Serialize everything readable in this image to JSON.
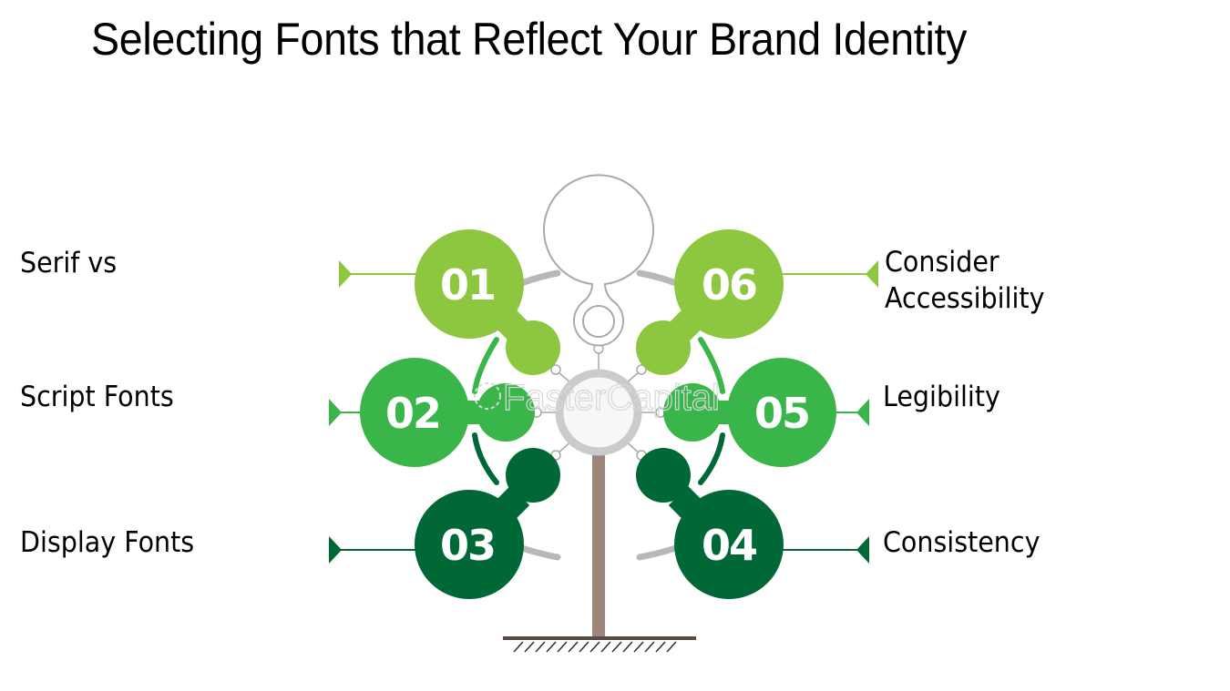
{
  "title": "Selecting Fonts that Reflect Your Brand Identity",
  "colors": {
    "light_green": "#8dc63f",
    "mid_green": "#39b54a",
    "dark_green": "#006837",
    "gray_outline": "#a7a9ac",
    "trunk": "#9e857a",
    "ground": "#5a4a42"
  },
  "items": [
    {
      "number": "01",
      "label": "Serif vs",
      "side": "left",
      "color": "light_green"
    },
    {
      "number": "02",
      "label": "Script Fonts",
      "side": "left",
      "color": "mid_green"
    },
    {
      "number": "03",
      "label": "Display Fonts",
      "side": "left",
      "color": "dark_green"
    },
    {
      "number": "04",
      "label": "Consistency",
      "side": "right",
      "color": "dark_green"
    },
    {
      "number": "05",
      "label": "Legibility",
      "side": "right",
      "color": "mid_green"
    },
    {
      "number": "06",
      "label": "Consider Accessibility",
      "label_lines": [
        "Consider",
        "Accessibility"
      ],
      "side": "right",
      "color": "light_green"
    }
  ],
  "watermark": "FasterCapital"
}
